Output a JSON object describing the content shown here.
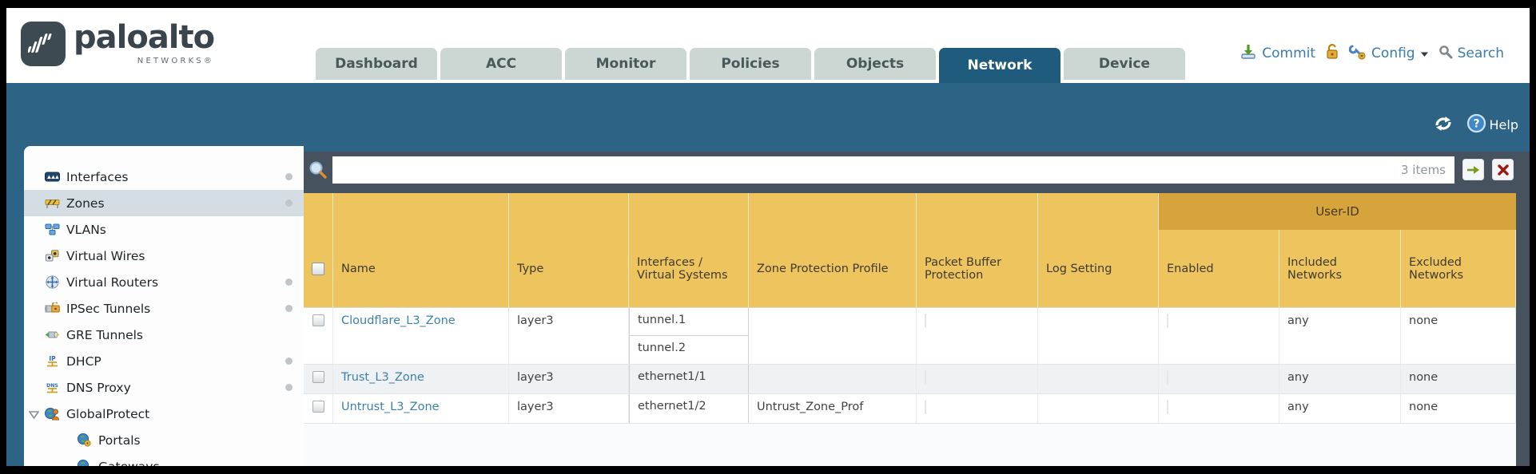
{
  "brand": {
    "name": "paloalto",
    "subtitle": "NETWORKS®"
  },
  "nav": {
    "tabs": [
      {
        "label": "Dashboard",
        "active": false
      },
      {
        "label": "ACC",
        "active": false
      },
      {
        "label": "Monitor",
        "active": false
      },
      {
        "label": "Policies",
        "active": false
      },
      {
        "label": "Objects",
        "active": false
      },
      {
        "label": "Network",
        "active": true
      },
      {
        "label": "Device",
        "active": false
      }
    ]
  },
  "utilities": {
    "commit": "Commit",
    "config": "Config",
    "search": "Search"
  },
  "banner": {
    "help": "Help"
  },
  "sidebar": {
    "items": [
      {
        "label": "Interfaces",
        "icon": "interfaces-icon",
        "dot": true
      },
      {
        "label": "Zones",
        "icon": "zones-icon",
        "selected": true,
        "dot": true
      },
      {
        "label": "VLANs",
        "icon": "vlans-icon"
      },
      {
        "label": "Virtual Wires",
        "icon": "virtual-wires-icon"
      },
      {
        "label": "Virtual Routers",
        "icon": "virtual-routers-icon",
        "dot": true
      },
      {
        "label": "IPSec Tunnels",
        "icon": "ipsec-tunnels-icon",
        "dot": true
      },
      {
        "label": "GRE Tunnels",
        "icon": "gre-tunnels-icon"
      },
      {
        "label": "DHCP",
        "icon": "dhcp-icon",
        "dot": true
      },
      {
        "label": "DNS Proxy",
        "icon": "dns-proxy-icon",
        "dot": true
      },
      {
        "label": "GlobalProtect",
        "icon": "globalprotect-icon",
        "expanded": true
      },
      {
        "label": "Portals",
        "icon": "portals-icon",
        "indent": true
      },
      {
        "label": "Gateways",
        "icon": "gateways-icon",
        "indent": true
      }
    ]
  },
  "filter": {
    "value": "",
    "items_count": "3 items"
  },
  "table": {
    "group_header": "User-ID",
    "columns": {
      "name": "Name",
      "type": "Type",
      "interfaces": "Interfaces / Virtual Systems",
      "zone_protection": "Zone Protection Profile",
      "packet_buffer": "Packet Buffer Protection",
      "log_setting": "Log Setting",
      "enabled": "Enabled",
      "included": "Included Networks",
      "excluded": "Excluded Networks"
    },
    "rows": [
      {
        "name": "Cloudflare_L3_Zone",
        "type": "layer3",
        "interfaces": [
          "tunnel.1",
          "tunnel.2"
        ],
        "zone_protection": "",
        "log_setting": "",
        "included": "any",
        "excluded": "none"
      },
      {
        "name": "Trust_L3_Zone",
        "type": "layer3",
        "interfaces": [
          "ethernet1/1"
        ],
        "zone_protection": "",
        "log_setting": "",
        "included": "any",
        "excluded": "none"
      },
      {
        "name": "Untrust_L3_Zone",
        "type": "layer3",
        "interfaces": [
          "ethernet1/2"
        ],
        "zone_protection": "Untrust_Zone_Prof",
        "log_setting": "",
        "included": "any",
        "excluded": "none"
      }
    ]
  },
  "colors": {
    "teal_banner": "#2d6384",
    "active_tab": "#1e5b7c",
    "header_amber": "#eec45f",
    "user_id_band": "#d6a33c",
    "filter_slate": "#46525d",
    "link_blue": "#3d80a8",
    "inactive_tab": "#ccd6d2"
  }
}
